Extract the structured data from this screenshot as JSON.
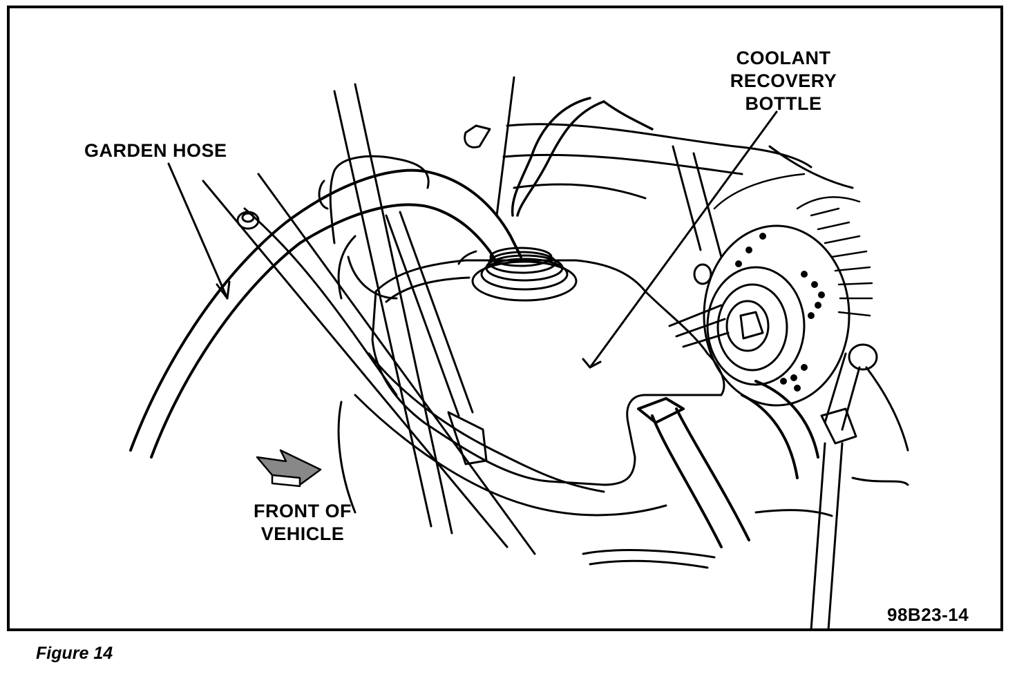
{
  "labels": {
    "coolant_line1": "COOLANT",
    "coolant_line2": "RECOVERY",
    "coolant_line3": "BOTTLE",
    "garden_hose": "GARDEN HOSE",
    "front_line1": "FRONT OF",
    "front_line2": "VEHICLE",
    "figure_code": "98B23-14"
  },
  "caption": "Figure 14",
  "colors": {
    "ink": "#000000",
    "paper": "#ffffff"
  },
  "icons": {
    "direction": "front-of-vehicle-arrow-icon"
  }
}
